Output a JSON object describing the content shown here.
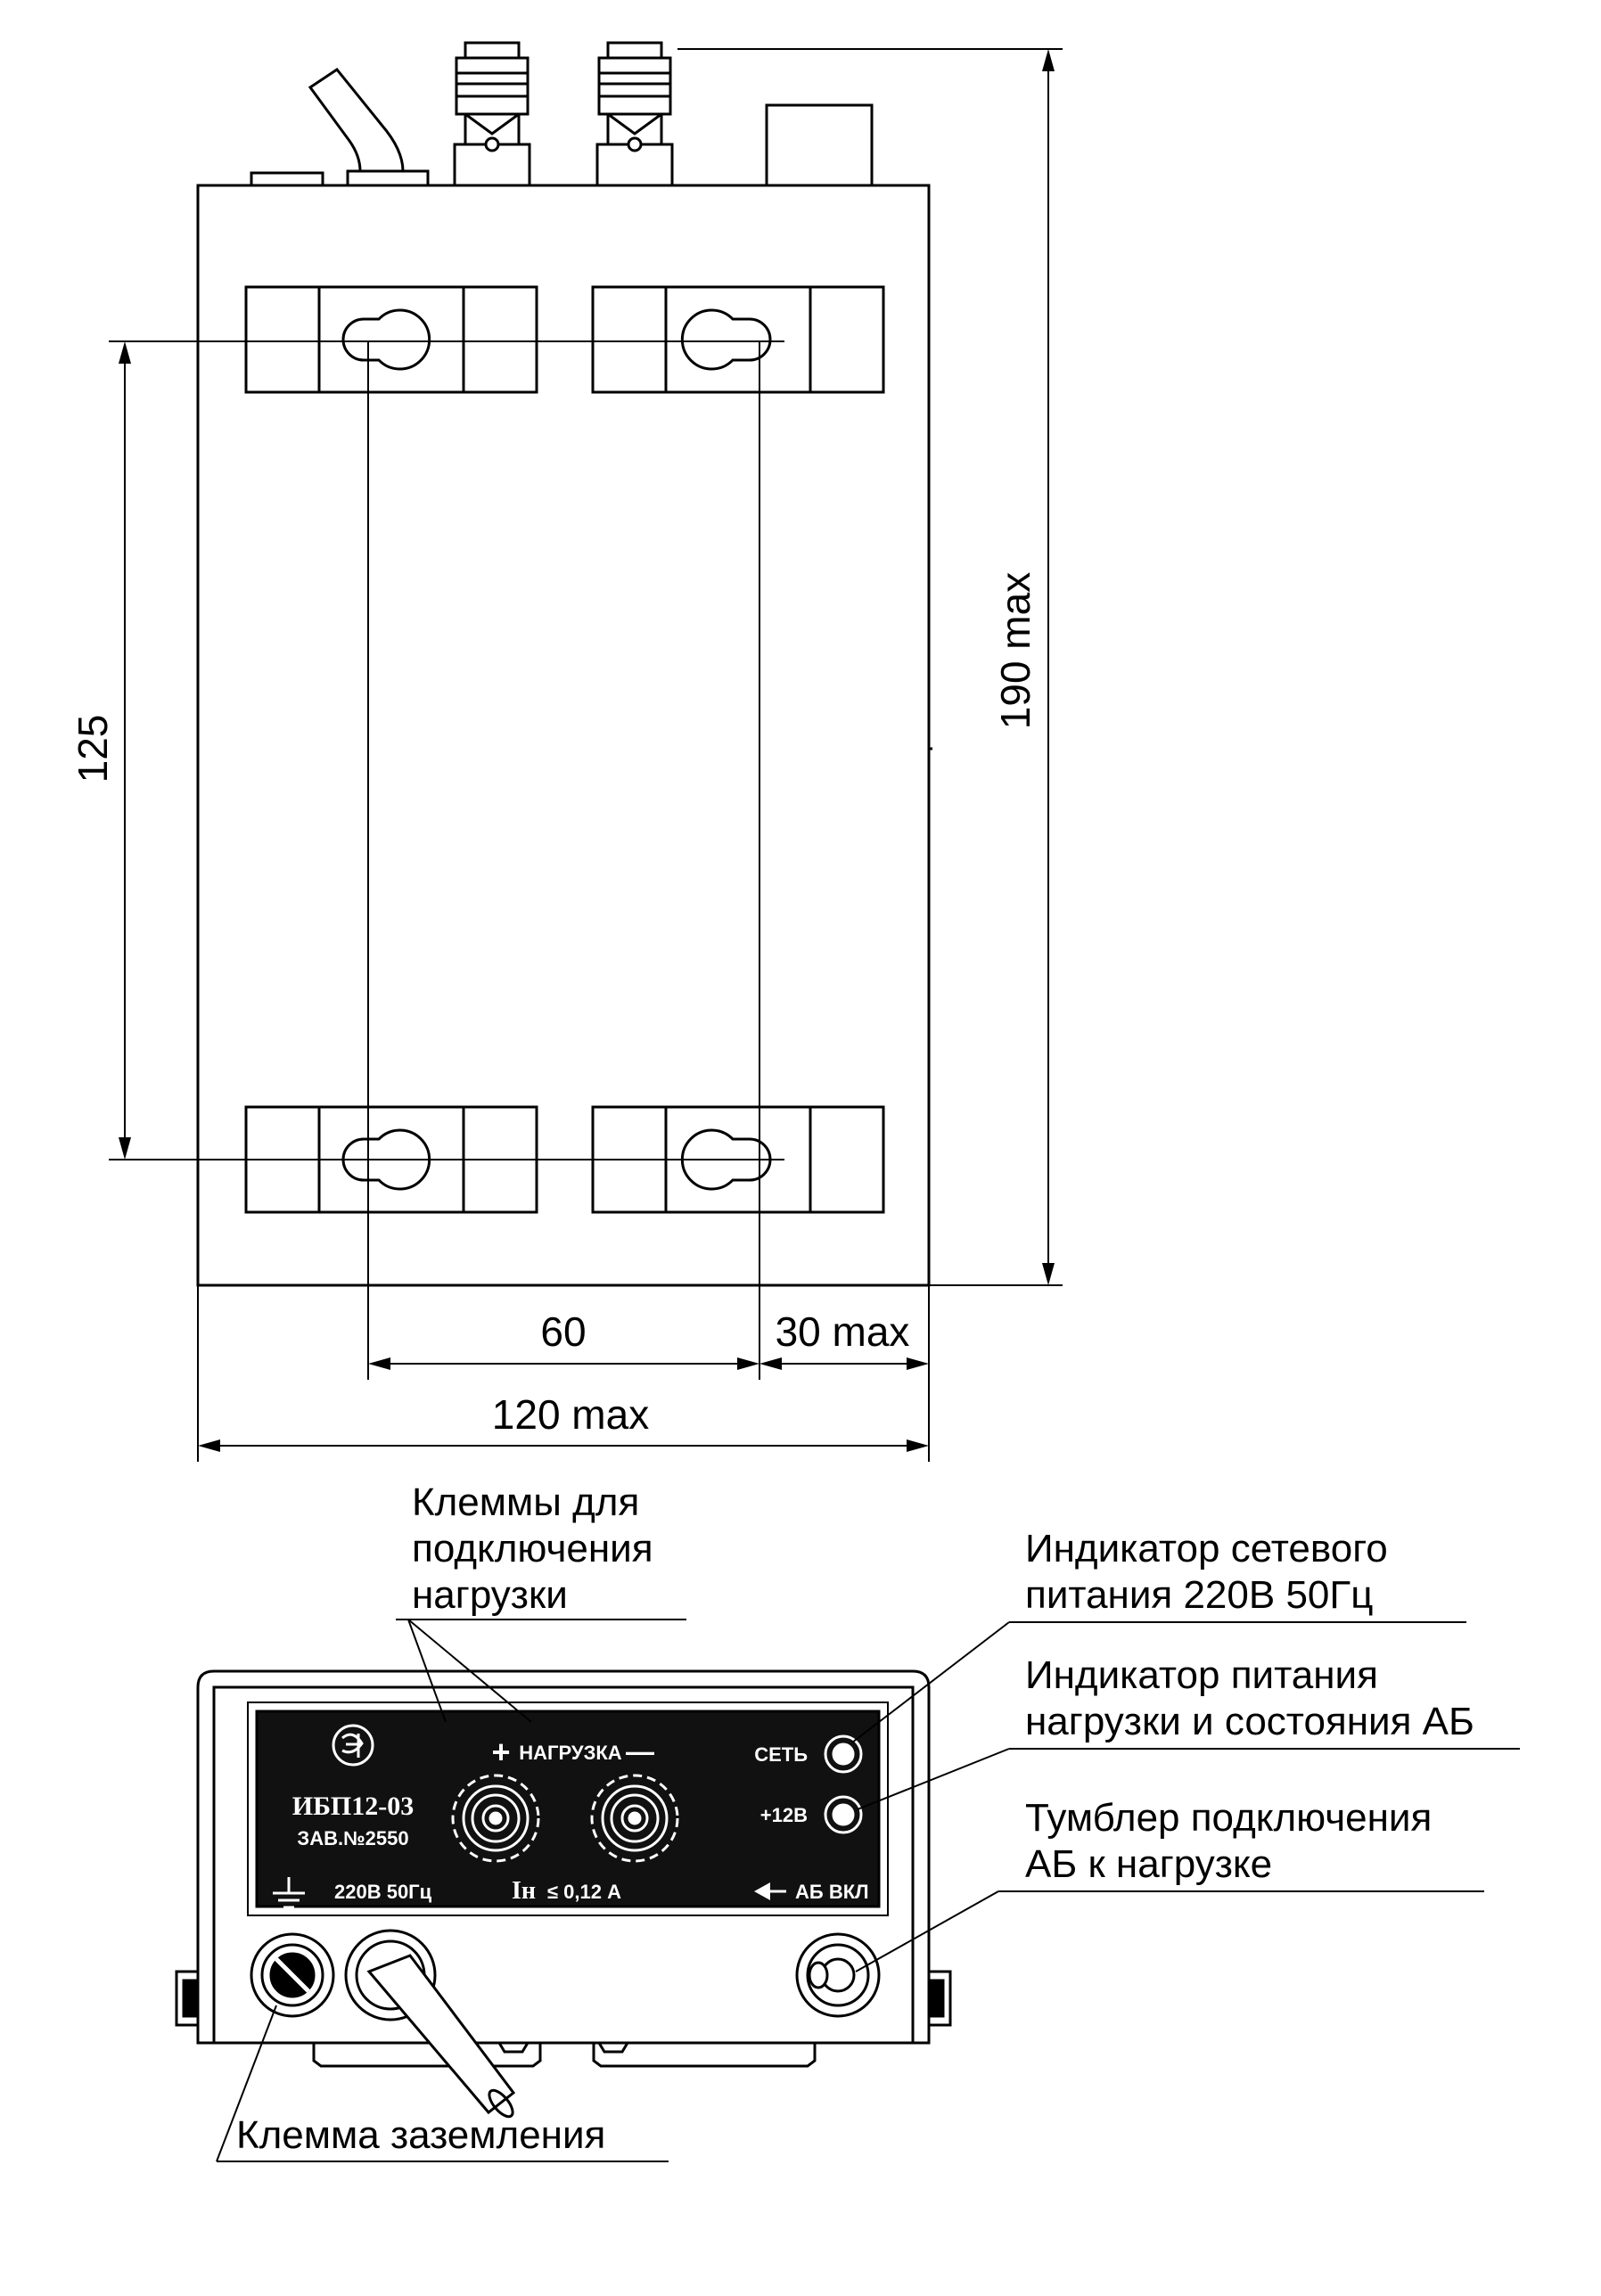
{
  "dimensions": {
    "height_total": "190  max",
    "hole_spacing_vertical": "125",
    "hole_spacing_horizontal": "60",
    "depth": "30  max",
    "width_total": "120  max"
  },
  "callouts": {
    "load_terminals": [
      "Клеммы для",
      "подключения",
      "нагрузки"
    ],
    "mains_indicator": [
      "Индикатор сетевого",
      "питания 220В 50Гц"
    ],
    "load_indicator": [
      "Индикатор питания",
      "нагрузки и состояния АБ"
    ],
    "battery_toggle": [
      "Тумблер подключения",
      "АБ к нагрузке"
    ],
    "ground_terminal": "Клемма заземления"
  },
  "panel": {
    "model": "ИБП12-03",
    "serial": "ЗАВ.№2550",
    "load_label": "НАГРУЗКА",
    "plus_sign": "+",
    "minus_sign": "—",
    "mains_label": "СЕТЬ",
    "v12_label": "+12В",
    "voltage_label": "220В 50Гц",
    "current_symbol": "Iн",
    "current_value": "≤ 0,12 А",
    "battery_on_label": "АБ ВКЛ"
  },
  "colors": {
    "line": "#000000",
    "panel_background": "#111111",
    "panel_text": "#ffffff",
    "paper": "#ffffff"
  }
}
